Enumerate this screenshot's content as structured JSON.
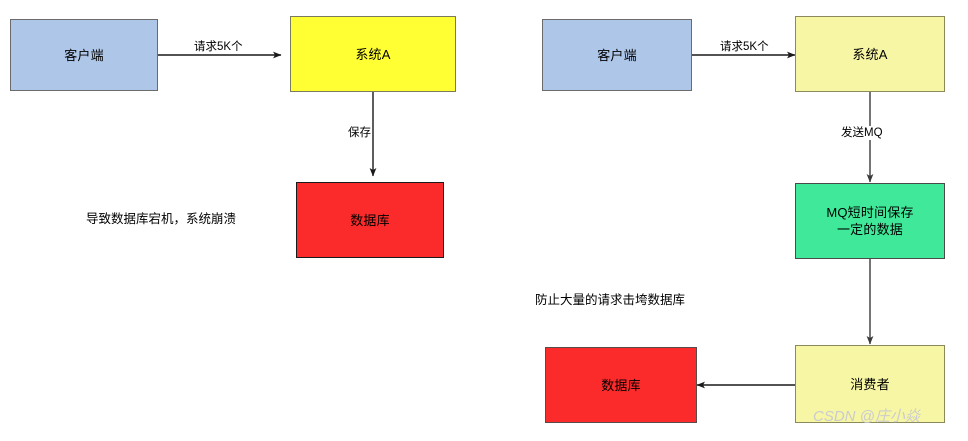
{
  "diagram": {
    "title_text": "",
    "colors": {
      "client_fill": "#aec6e8",
      "system_bright_fill": "#ffff33",
      "system_pale_fill": "#f6f6a5",
      "database_fill": "#fb2b2b",
      "mq_fill": "#3fe999",
      "stroke": "#4a4a4a",
      "text": "#000000",
      "watermark": "#c9c9d2"
    },
    "left_flow": {
      "nodes": {
        "client": "客户端",
        "system_a": "系统A",
        "database": "数据库"
      },
      "edges": {
        "client_to_system": "请求5K个",
        "system_to_database": "保存"
      },
      "note": "导致数据库宕机，系统崩溃"
    },
    "right_flow": {
      "nodes": {
        "client": "客户端",
        "system_a": "系统A",
        "mq": "MQ短时间保存\n一定的数据",
        "consumer": "消费者",
        "database": "数据库"
      },
      "edges": {
        "client_to_system": "请求5K个",
        "system_to_mq": "发送MQ",
        "mq_to_consumer": "",
        "consumer_to_database": ""
      },
      "note": "防止大量的请求击垮数据库"
    },
    "watermark": "CSDN @庄小焱"
  }
}
